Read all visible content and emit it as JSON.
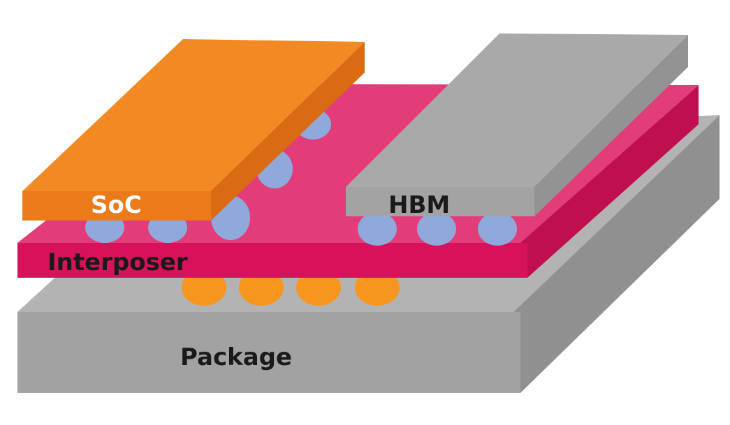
{
  "labels": {
    "soc": "SoC",
    "hbm": "HBM",
    "interposer": "Interposer",
    "package": "Package"
  },
  "colors": {
    "soc_top": "#F28A24",
    "soc_front": "#EB7A1A",
    "soc_side": "#D96C12",
    "hbm_top": "#A9A9A9",
    "hbm_front": "#A3A3A3",
    "hbm_side": "#939393",
    "interposer_top": "#E23D78",
    "interposer_front": "#D6135A",
    "interposer_side": "#C00F4F",
    "package_top": "#B3B3B3",
    "package_front": "#A2A2A2",
    "package_side": "#909090",
    "microbump": "#8FA9DC",
    "c4_bump": "#F7961E",
    "soc_label_text": "#FFFFFF",
    "dark_label_text": "#1A1A1A"
  }
}
